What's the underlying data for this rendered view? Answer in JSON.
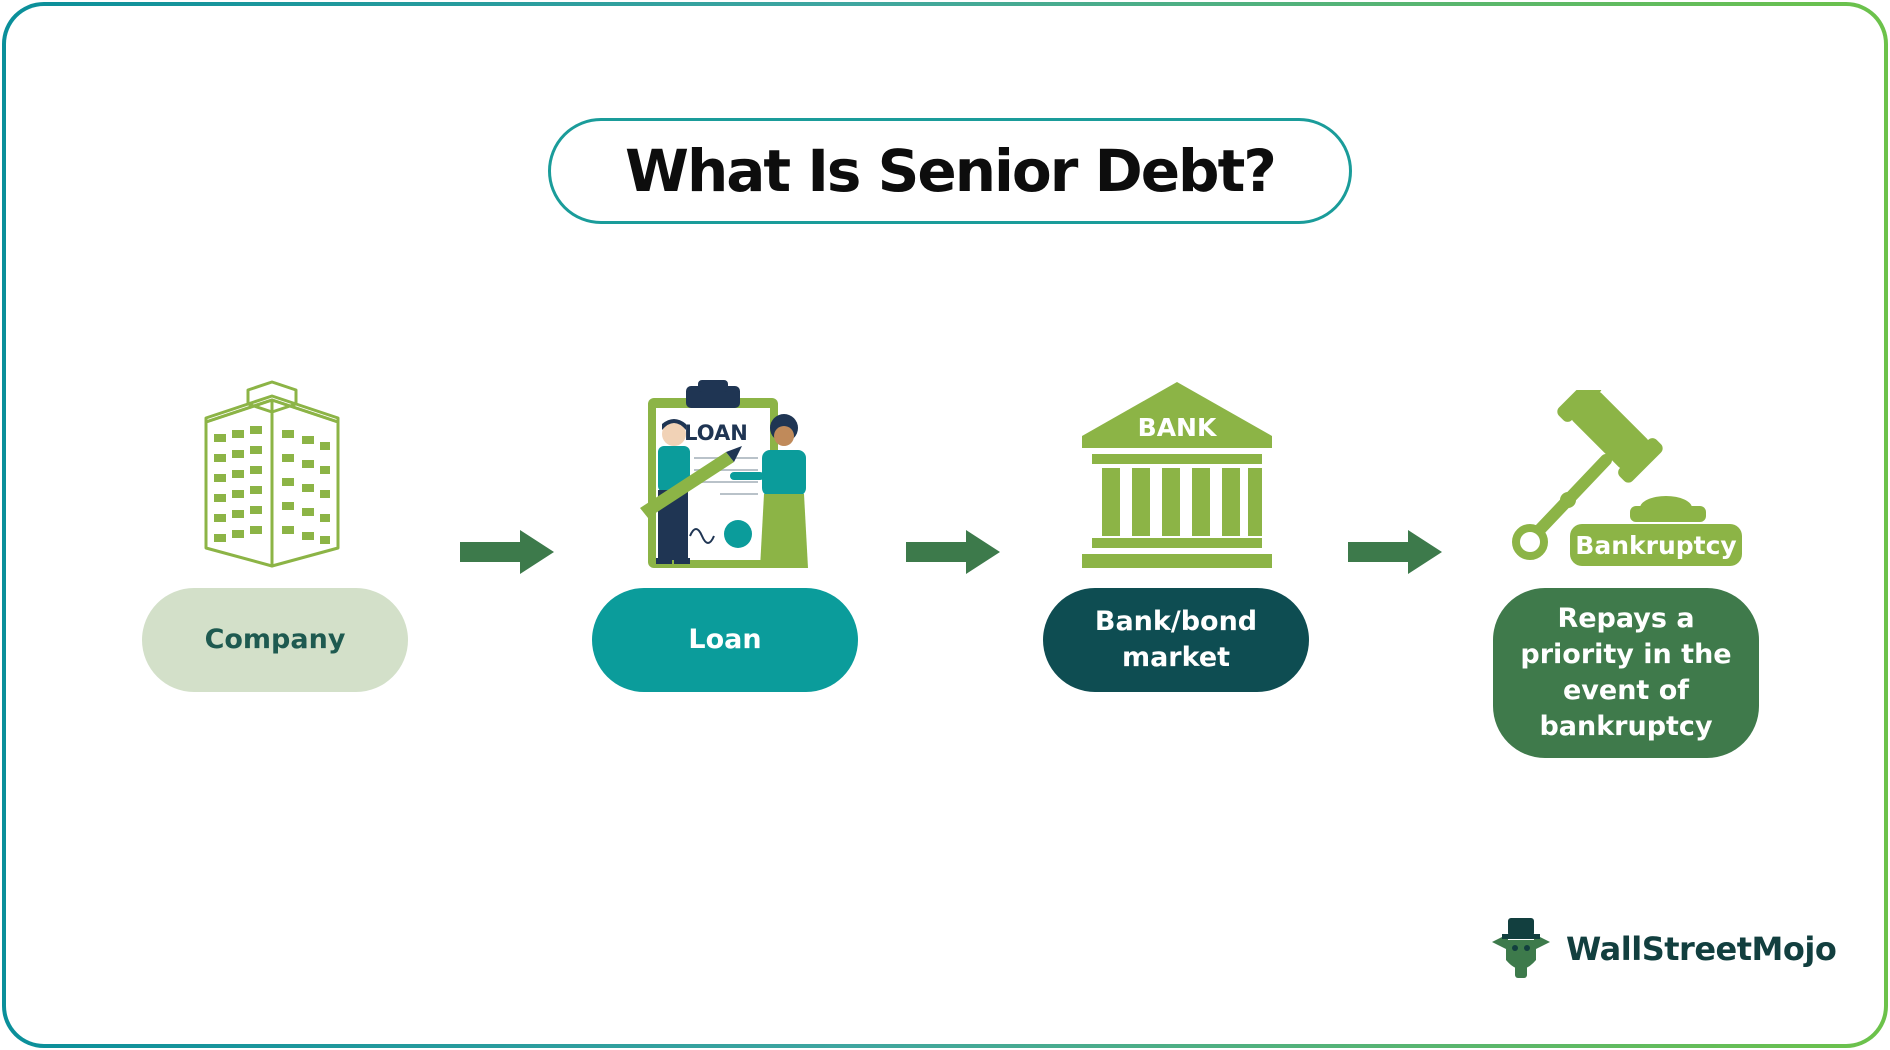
{
  "title": "What Is Senior Debt?",
  "steps": [
    {
      "label": "Company",
      "icon": "building-icon",
      "color": "#d3e0c9"
    },
    {
      "label": "Loan",
      "icon": "loan-signing-icon",
      "icon_text": "LOAN",
      "color": "#0b9c9b"
    },
    {
      "label": "Bank/bond market",
      "icon": "bank-icon",
      "icon_text": "BANK",
      "color": "#0e4d52"
    },
    {
      "label": "Repays a priority in the event of bankruptcy",
      "icon": "gavel-icon",
      "icon_text": "Bankruptcy",
      "color": "#3f7a4b"
    }
  ],
  "arrow_color": "#3d7a4b",
  "accent_green": "#8cb446",
  "brand": {
    "name": "WallStreetMojo",
    "icon": "wallstreetmojo-logo-icon"
  }
}
